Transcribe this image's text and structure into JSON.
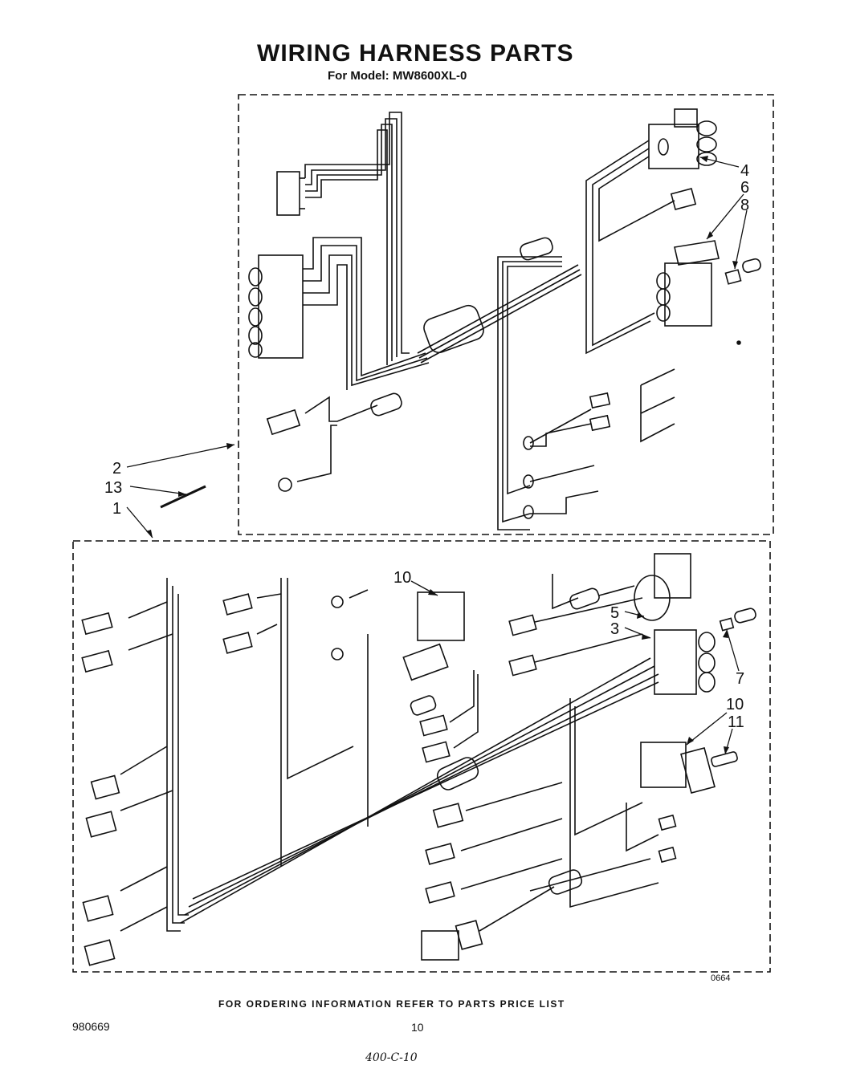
{
  "header": {
    "title": "WIRING HARNESS PARTS",
    "model": "For Model: MW8600XL-0"
  },
  "callouts": {
    "c4": "4",
    "c6": "6",
    "c8": "8",
    "c2": "2",
    "c13": "13",
    "c1": "1",
    "c10a": "10",
    "c5": "5",
    "c3": "3",
    "c7": "7",
    "c10b": "10",
    "c11": "11"
  },
  "footer": {
    "drawing_code": "0664",
    "ordering_note": "FOR ORDERING INFORMATION REFER TO PARTS PRICE LIST",
    "doc_number": "980669",
    "page_number": "10",
    "handwritten": "400-C-10"
  }
}
